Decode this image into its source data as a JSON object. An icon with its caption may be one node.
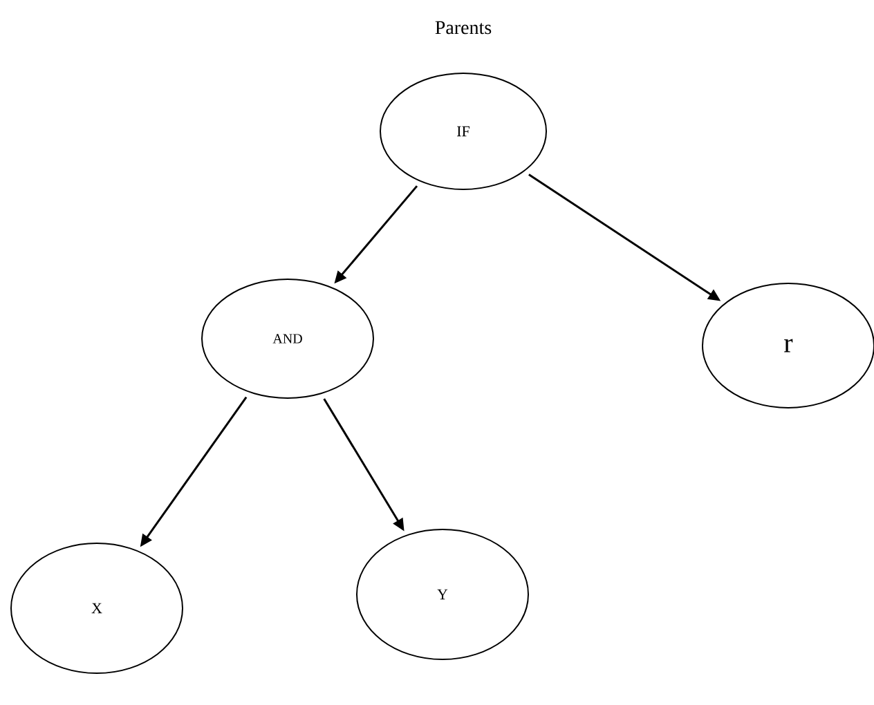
{
  "diagram": {
    "title": "Parents",
    "nodes": [
      {
        "text": [
          "IF"
        ]
      },
      {
        "text": [
          "AND"
        ]
      },
      {
        "text": [
          "r"
        ]
      },
      {
        "text": [
          "X"
        ]
      },
      {
        "text": [
          "Y"
        ]
      }
    ],
    "edges": [
      {
        "from": 0,
        "to": 1,
        "arrow": "to"
      },
      {
        "from": 0,
        "to": 2,
        "arrow": "to"
      },
      {
        "from": 1,
        "to": 3,
        "arrow": "to"
      },
      {
        "from": 1,
        "to": 4,
        "arrow": "to"
      }
    ]
  }
}
